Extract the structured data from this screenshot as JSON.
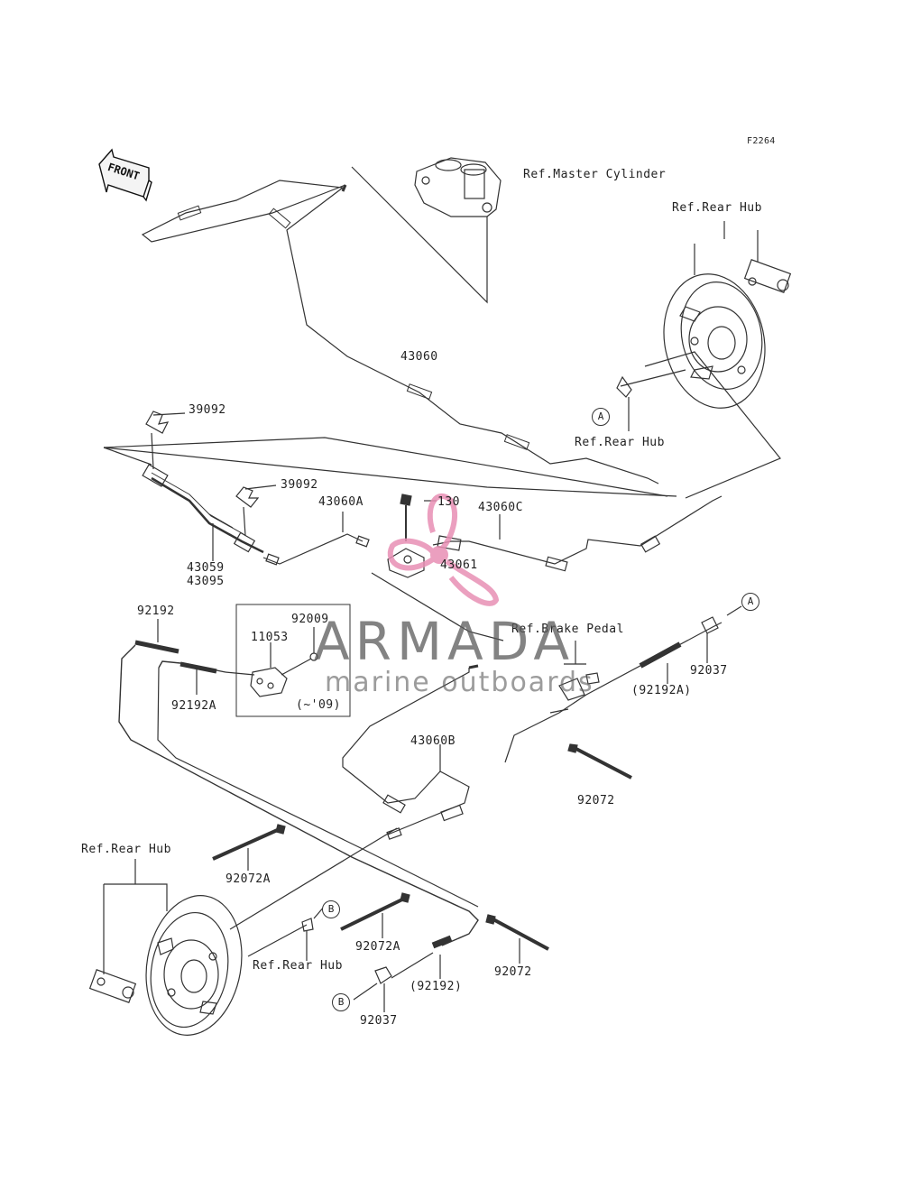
{
  "diagram": {
    "code": "F2264",
    "front_label": "FRONT",
    "references": {
      "master_cylinder": "Ref.Master Cylinder",
      "rear_hub": "Ref.Rear Hub",
      "brake_pedal": "Ref.Brake Pedal"
    },
    "parts": {
      "p43060": "43060",
      "p39092": "39092",
      "p43060a": "43060A",
      "p130": "130",
      "p43060c": "43060C",
      "p43059": "43059",
      "p43095": "43095",
      "p43061": "43061",
      "p92192": "92192",
      "p92009": "92009",
      "p11053": "11053",
      "p92192a": "92192A",
      "p09": "(~'09)",
      "p92037": "92037",
      "p92192a_paren": "(92192A)",
      "p43060b": "43060B",
      "p92072": "92072",
      "p92072a": "92072A",
      "p92192_paren": "(92192)"
    },
    "markers": {
      "a": "A",
      "b": "B"
    }
  },
  "watermark": {
    "title": "ARMADA",
    "subtitle": "marine outboards",
    "accent_color": "#e88fb4"
  }
}
